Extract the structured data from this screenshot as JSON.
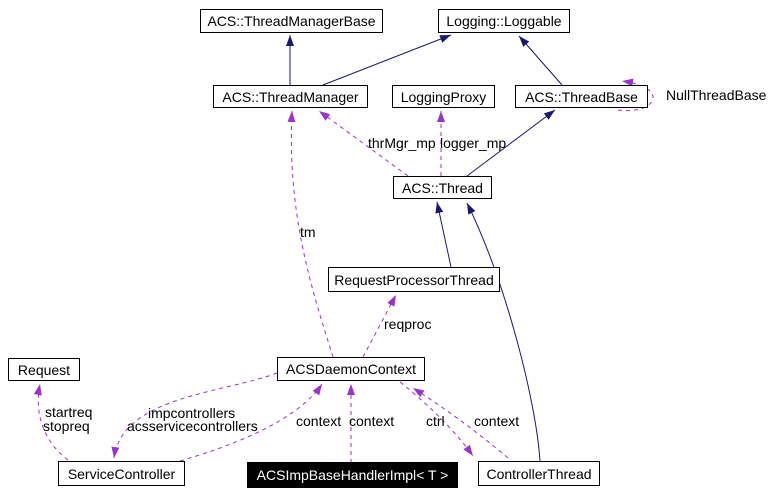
{
  "diagram_type": "class-collaboration-diagram",
  "colors": {
    "background": "#ffffff",
    "inheritance_edge": "#191970",
    "usage_edge": "#9a32cd",
    "node_border": "#000000",
    "node_background": "#ffffff",
    "selected_node_background": "#000000",
    "selected_node_text": "#ffffff"
  },
  "nodes": [
    {
      "id": "threadmanagerbase",
      "label": "ACS::ThreadManagerBase",
      "selected": false
    },
    {
      "id": "loggable",
      "label": "Logging::Loggable",
      "selected": false
    },
    {
      "id": "threadmanager",
      "label": "ACS::ThreadManager",
      "selected": false
    },
    {
      "id": "loggingproxy",
      "label": "LoggingProxy",
      "selected": false
    },
    {
      "id": "threadbase",
      "label": "ACS::ThreadBase",
      "selected": false
    },
    {
      "id": "nullthreadbase",
      "label": "NullThreadBase",
      "selected": false
    },
    {
      "id": "thread",
      "label": "ACS::Thread",
      "selected": false
    },
    {
      "id": "requestprocessorthread",
      "label": "RequestProcessorThread",
      "selected": false
    },
    {
      "id": "acsdaemoncontext",
      "label": "ACSDaemonContext",
      "selected": false
    },
    {
      "id": "request",
      "label": "Request",
      "selected": false
    },
    {
      "id": "servicecontroller",
      "label": "ServiceController",
      "selected": false
    },
    {
      "id": "acsimpbasehandlerimpl",
      "label": "ACSImpBaseHandlerImpl< T >",
      "selected": true
    },
    {
      "id": "controllerthread",
      "label": "ControllerThread",
      "selected": false
    }
  ],
  "edge_labels": [
    "thrMgr_mp",
    "logger_mp",
    "tm",
    "reqproc",
    "startreq",
    "stopreq",
    "impcontrollers",
    "acsservicecontrollers",
    "context",
    "context",
    "ctrl",
    "context"
  ],
  "edges": [
    {
      "from": "ACS::ThreadManager",
      "to": "ACS::ThreadManagerBase",
      "type": "inheritance"
    },
    {
      "from": "ACS::ThreadManager",
      "to": "Logging::Loggable",
      "type": "inheritance"
    },
    {
      "from": "ACS::ThreadBase",
      "to": "Logging::Loggable",
      "type": "inheritance"
    },
    {
      "from": "ACS::Thread",
      "to": "ACS::ThreadBase",
      "type": "inheritance"
    },
    {
      "from": "RequestProcessorThread",
      "to": "ACS::Thread",
      "type": "inheritance"
    },
    {
      "from": "ControllerThread",
      "to": "ACS::Thread",
      "type": "inheritance"
    },
    {
      "from": "ACS::Thread",
      "to": "ACS::ThreadManager",
      "type": "usage",
      "label": "thrMgr_mp"
    },
    {
      "from": "ACS::Thread",
      "to": "LoggingProxy",
      "type": "usage",
      "label": "logger_mp"
    },
    {
      "from": "ACS::ThreadBase",
      "to": "ACS::ThreadBase",
      "type": "usage",
      "label": "NullThreadBase"
    },
    {
      "from": "ACSDaemonContext",
      "to": "ACS::ThreadManager",
      "type": "usage",
      "label": "tm"
    },
    {
      "from": "ACSDaemonContext",
      "to": "RequestProcessorThread",
      "type": "usage",
      "label": "reqproc"
    },
    {
      "from": "ACSDaemonContext",
      "to": "ServiceController",
      "type": "usage",
      "label": "impcontrollers acsservicecontrollers"
    },
    {
      "from": "ServiceController",
      "to": "Request",
      "type": "usage",
      "label": "startreq stopreq"
    },
    {
      "from": "ServiceController",
      "to": "ACSDaemonContext",
      "type": "usage",
      "label": "context"
    },
    {
      "from": "ACSImpBaseHandlerImpl< T >",
      "to": "ACSDaemonContext",
      "type": "usage",
      "label": "context"
    },
    {
      "from": "ACSDaemonContext",
      "to": "ControllerThread",
      "type": "usage",
      "label": "ctrl"
    },
    {
      "from": "ControllerThread",
      "to": "ACSDaemonContext",
      "type": "usage",
      "label": "context"
    }
  ]
}
